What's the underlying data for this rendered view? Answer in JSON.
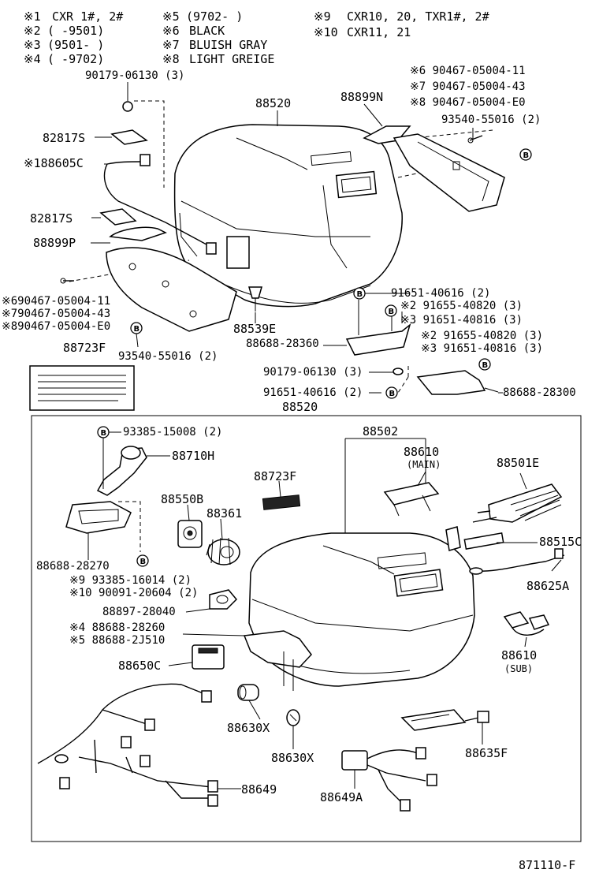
{
  "legend": [
    {
      "mark": "※1",
      "text": "CXR 1#, 2#"
    },
    {
      "mark": "※2",
      "text": "(     -9501)"
    },
    {
      "mark": "※3",
      "text": "(9501-     )"
    },
    {
      "mark": "※4",
      "text": "(     -9702)"
    },
    {
      "mark": "※5",
      "text": "(9702-     )"
    },
    {
      "mark": "※6",
      "text": "BLACK"
    },
    {
      "mark": "※7",
      "text": "BLUISH GRAY"
    },
    {
      "mark": "※8",
      "text": "LIGHT GREIGE"
    },
    {
      "mark": "※9",
      "text": "CXR10, 20, TXR1#, 2#"
    },
    {
      "mark": "※10",
      "text": "CXR11, 21"
    }
  ],
  "upper_labels": {
    "p90179_top": "90179-06130 (3)",
    "p88520_top": "88520",
    "p88899N": "88899N",
    "p6_top": "※6 90467-05004-11",
    "p7_top": "※7 90467-05004-43",
    "p8_top": "※8 90467-05004-E0",
    "p93540_top": "93540-55016 (2)",
    "p82817S_a": "82817S",
    "p88605C": "※188605C",
    "p82817S_b": "82817S",
    "p88899P": "88899P",
    "p6_left": "※690467-05004-11",
    "p7_left": "※790467-05004-43",
    "p8_left": "※890467-05004-E0",
    "p88723F_top": "88723F",
    "p93540_bot": "93540-55016 (2)",
    "p88539E": "88539E",
    "p91651_a": "91651-40616 (2)",
    "p2_91655_a": "※2 91655-40820 (3)",
    "p3_91651_a": "※3 91651-40816 (3)",
    "p88688_28360": "88688-28360",
    "p2_91655_b": "※2 91655-40820 (3)",
    "p3_91651_b": "※3 91651-40816 (3)",
    "p90179_mid": "90179-06130 (3)",
    "p91651_b": "91651-40616 (2)",
    "p88688_28300": "88688-28300",
    "p88520_box": "88520"
  },
  "lower_labels": {
    "p93385_15008": "93385-15008 (2)",
    "p88710H": "88710H",
    "p88502": "88502",
    "p88610_main": "88610",
    "main_note": "(MAIN)",
    "p88501E": "88501E",
    "p88723F": "88723F",
    "p88550B": "88550B",
    "p88361": "88361",
    "p88515C": "88515C",
    "p88688_28270": "88688-28270",
    "p88625A": "88625A",
    "p9_93385": "※9  93385-16014 (2)",
    "p10_90091": "※10 90091-20604 (2)",
    "p88897_28040": "88897-28040",
    "p4_88688": "※4  88688-28260",
    "p5_88688": "※5  88688-2J510",
    "p88610_sub": "88610",
    "sub_note": "(SUB)",
    "p88650C": "88650C",
    "p88630X_a": "88630X",
    "p88635F": "88635F",
    "p88630X_b": "88630X",
    "p88649": "88649",
    "p88649A": "88649A"
  },
  "circle_mark": "B",
  "figure_code": "871110-F"
}
